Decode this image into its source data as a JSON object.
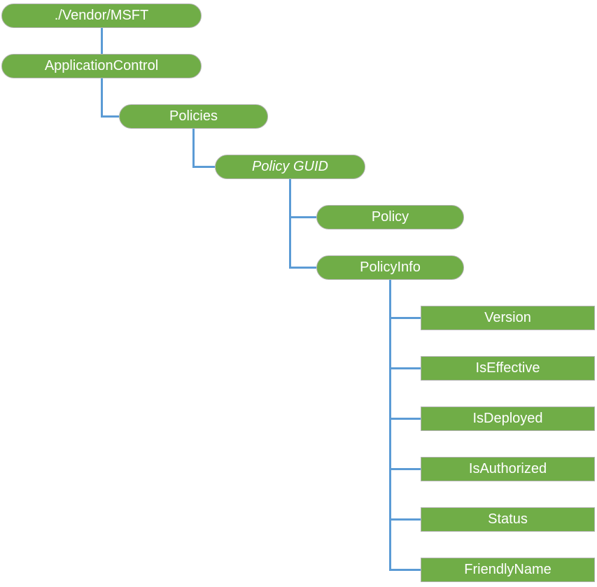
{
  "colors": {
    "background": "#FFFFFF",
    "node_fill": "#70AD47",
    "node_border": "#B3B3B3",
    "connector": "#5B9BD5",
    "text": "#FFFFFF"
  },
  "tree": {
    "root": {
      "label": "./Vendor/MSFT",
      "children": [
        {
          "label": "ApplicationControl",
          "children": [
            {
              "label": "Policies",
              "children": [
                {
                  "label": "Policy GUID",
                  "italic": true,
                  "children": [
                    {
                      "label": "Policy",
                      "children": []
                    },
                    {
                      "label": "PolicyInfo",
                      "children": [
                        {
                          "label": "Version"
                        },
                        {
                          "label": "IsEffective"
                        },
                        {
                          "label": "IsDeployed"
                        },
                        {
                          "label": "IsAuthorized"
                        },
                        {
                          "label": "Status"
                        },
                        {
                          "label": "FriendlyName"
                        }
                      ]
                    }
                  ]
                }
              ]
            }
          ]
        }
      ]
    }
  }
}
